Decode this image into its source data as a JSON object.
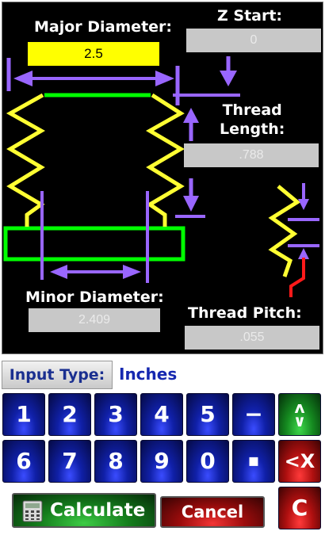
{
  "labels": {
    "major_diameter": "Major Diameter:",
    "z_start": "Z Start:",
    "thread_length": "Thread\nLength:",
    "minor_diameter": "Minor Diameter:",
    "thread_pitch": "Thread Pitch:"
  },
  "fields": {
    "major_diameter": "2.5",
    "z_start": "0",
    "thread_length": ".788",
    "minor_diameter": "2.409",
    "thread_pitch": ".055"
  },
  "input_type": {
    "label": "Input Type:",
    "value": "Inches"
  },
  "keypad": {
    "row1": [
      "1",
      "2",
      "3",
      "4",
      "5",
      "−"
    ],
    "row2": [
      "6",
      "7",
      "8",
      "9",
      "0",
      "▪"
    ],
    "updown": "ʌ\n∨",
    "backspace": "<X",
    "clear": "C"
  },
  "buttons": {
    "calculate": "Calculate",
    "cancel": "Cancel"
  },
  "colors": {
    "accent_yellow": "#ffff00",
    "thread_yellow": "#ffff33",
    "green": "#00ff00",
    "arrow_purple": "#9966ff"
  }
}
